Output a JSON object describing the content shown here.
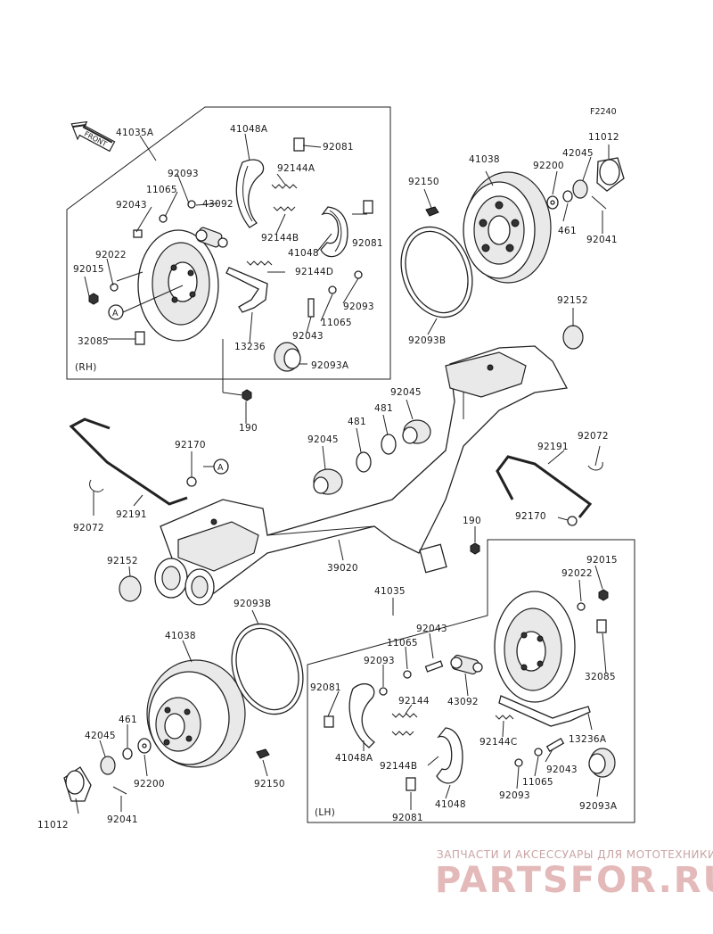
{
  "figure_code": "F2240",
  "front_label": "FRONT",
  "groups": {
    "rh": "(RH)",
    "lh": "(LH)"
  },
  "ref_marks": {
    "a1": "A",
    "a2": "A"
  },
  "labels": {
    "l_41035A": "41035A",
    "l_41048A_top": "41048A",
    "l_92081_t1": "92081",
    "l_92093_t": "92093",
    "l_92144A": "92144A",
    "l_11065_t": "11065",
    "l_43092_t": "43092",
    "l_92043_t1": "92043",
    "l_92081_t2": "92081",
    "l_92144B_t": "92144B",
    "l_41048_t": "41048",
    "l_92022_t": "92022",
    "l_92015_t": "92015",
    "l_92144D": "92144D",
    "l_92093_t2": "92093",
    "l_11065_t2": "11065",
    "l_92043_t2": "92043",
    "l_32085_t": "32085",
    "l_13236": "13236",
    "l_92093A_t": "92093A",
    "l_190_t": "190",
    "l_41038_t": "41038",
    "l_92150_t": "92150",
    "l_92093B_t": "92093B",
    "l_92200_t": "92200",
    "l_42045_t": "42045",
    "l_11012_t": "11012",
    "l_461_t": "461",
    "l_92041_t": "92041",
    "l_92152_t": "92152",
    "l_92045_a": "92045",
    "l_481_a": "481",
    "l_92045_b": "92045",
    "l_481_b": "481",
    "l_92170_l": "92170",
    "l_92191_r": "92191",
    "l_92072_r": "92072",
    "l_92072_l": "92072",
    "l_92191_l": "92191",
    "l_190_b": "190",
    "l_92170_r": "92170",
    "l_92152_b": "92152",
    "l_39020": "39020",
    "l_41035": "41035",
    "l_92015_b": "92015",
    "l_92022_b": "92022",
    "l_92093B_b": "92093B",
    "l_41038_b": "41038",
    "l_92043_b1": "92043",
    "l_11065_b": "11065",
    "l_92093_b1": "92093",
    "l_92081_b1": "92081",
    "l_43092_b": "43092",
    "l_32085_b": "32085",
    "l_92144_b": "92144",
    "l_41048A_b": "41048A",
    "l_92144C": "92144C",
    "l_13236A": "13236A",
    "l_461_b": "461",
    "l_42045_b": "42045",
    "l_92200_b": "92200",
    "l_92150_b": "92150",
    "l_92043_b2": "92043",
    "l_92144B_b": "92144B",
    "l_11065_b2": "11065",
    "l_92093_b2": "92093",
    "l_41048_b": "41048",
    "l_92093A_b": "92093A",
    "l_11012_b": "11012",
    "l_92041_b": "92041",
    "l_92081_b2": "92081"
  },
  "watermark": {
    "tagline": "ЗАПЧАСТИ И АКСЕССУАРЫ ДЛЯ МОТОТЕХНИКИ",
    "brand": "PARTSFOR.RU"
  }
}
